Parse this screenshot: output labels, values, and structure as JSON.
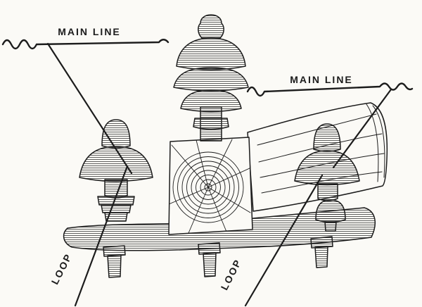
{
  "canvas": {
    "background": "#fbfaf6",
    "ink": "#1c1c1c"
  },
  "labels": {
    "main_line_left": "MAIN LINE",
    "main_line_right": "MAIN LINE",
    "loop_left": "LOOP",
    "loop_right": "LOOP"
  }
}
